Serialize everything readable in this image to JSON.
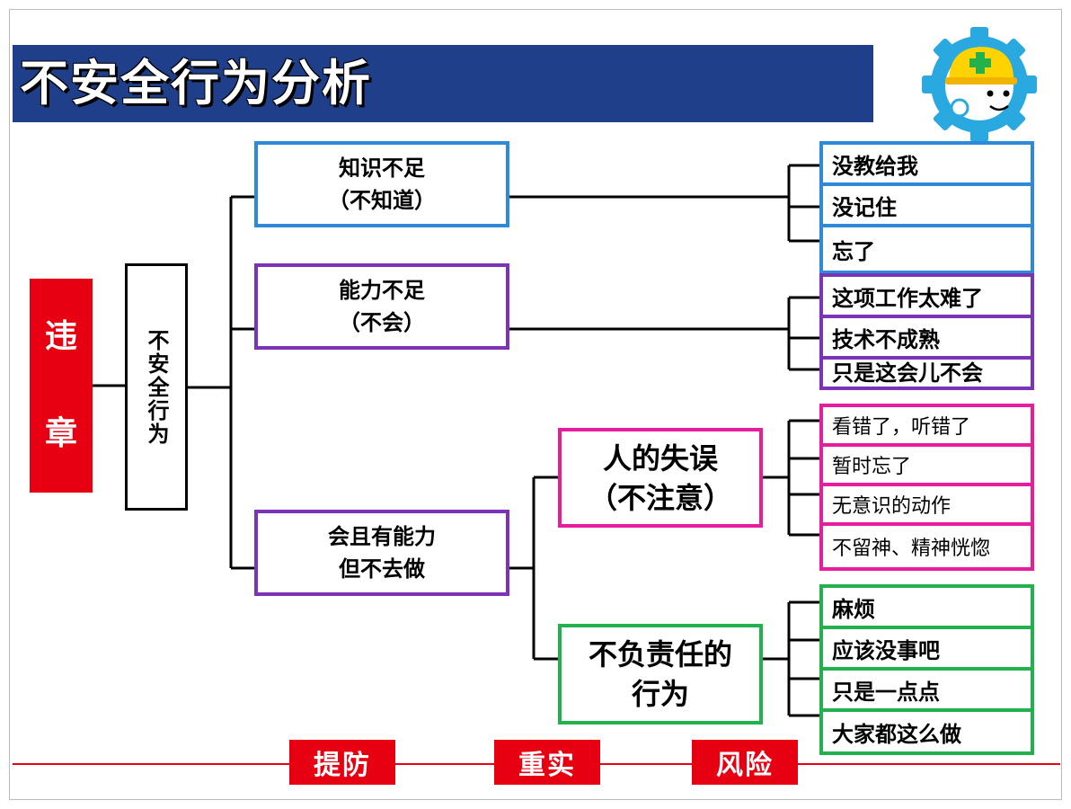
{
  "title": "不安全行为分析",
  "colors": {
    "title_bar": "#1f3f8a",
    "red": "#e60012",
    "blue": "#2e8ad8",
    "purple": "#7b33b8",
    "magenta": "#e61e9e",
    "green": "#22b14c",
    "logo_gear": "#29a9e0",
    "logo_helmet": "#ffd200",
    "logo_cross": "#22b14c"
  },
  "logo": {
    "icon": "safety-worker-gear-logo"
  },
  "violation_label": [
    "违",
    "章"
  ],
  "root": "不安全行为",
  "categories": [
    {
      "label": "知识不足\n（不知道）",
      "color": "blue"
    },
    {
      "label": "能力不足\n（不会）",
      "color": "purple"
    },
    {
      "label": "会且有能力\n但不去做",
      "color": "purple"
    }
  ],
  "subcategories": [
    {
      "label": "人的失误\n（不注意）",
      "color": "magenta"
    },
    {
      "label": "不负责任的\n行为",
      "color": "green"
    }
  ],
  "leaves": {
    "knowledge": [
      "没教给我",
      "没记住",
      "忘了"
    ],
    "ability": [
      "这项工作太难了",
      "技术不成熟",
      "只是这会儿不会"
    ],
    "error": [
      "看错了，听错了",
      "暂时忘了",
      "无意识的动作",
      "不留神、精神恍惚"
    ],
    "irresponsible": [
      "麻烦",
      "应该没事吧",
      "只是一点点",
      "大家都这么做"
    ]
  },
  "bottom_buttons": [
    "提防",
    "重实",
    "风险"
  ]
}
